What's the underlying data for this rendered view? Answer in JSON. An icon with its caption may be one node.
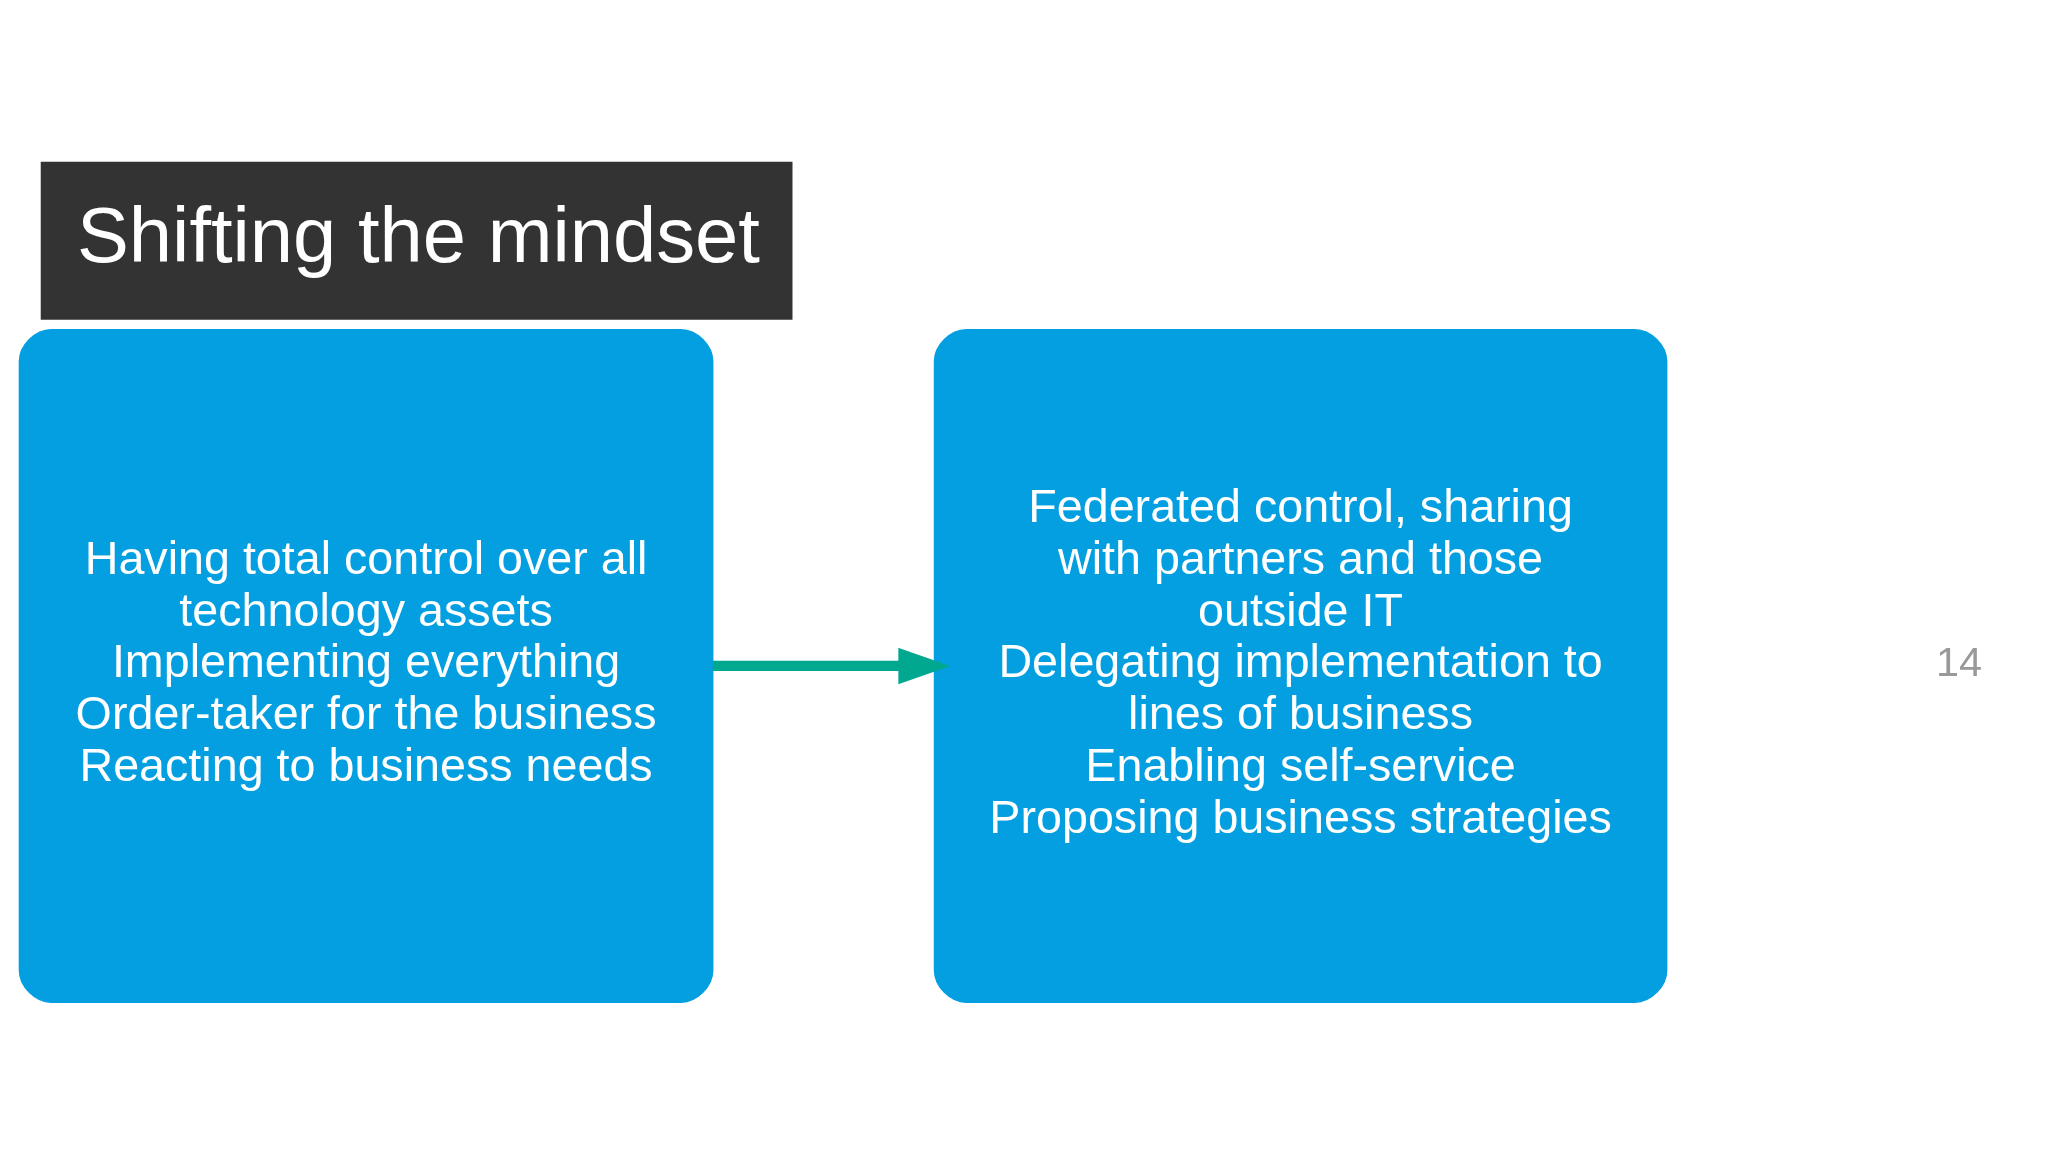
{
  "diagram": {
    "title": "Shifting the mindset",
    "nodes": [
      {
        "text": [
          "Having total control over all technology assets",
          "Implementing everything",
          "Order-taker for the business",
          "Reacting to business needs"
        ]
      },
      {
        "text": [
          "Federated control, sharing with partners and those outside IT",
          "Delegating implementation to lines of business",
          "Enabling self-service",
          "Proposing business strategies"
        ]
      }
    ],
    "edges": [
      {
        "from": 0,
        "to": 1,
        "arrow": "to",
        "color": "#00a88f"
      }
    ],
    "labels": [
      "14"
    ]
  }
}
